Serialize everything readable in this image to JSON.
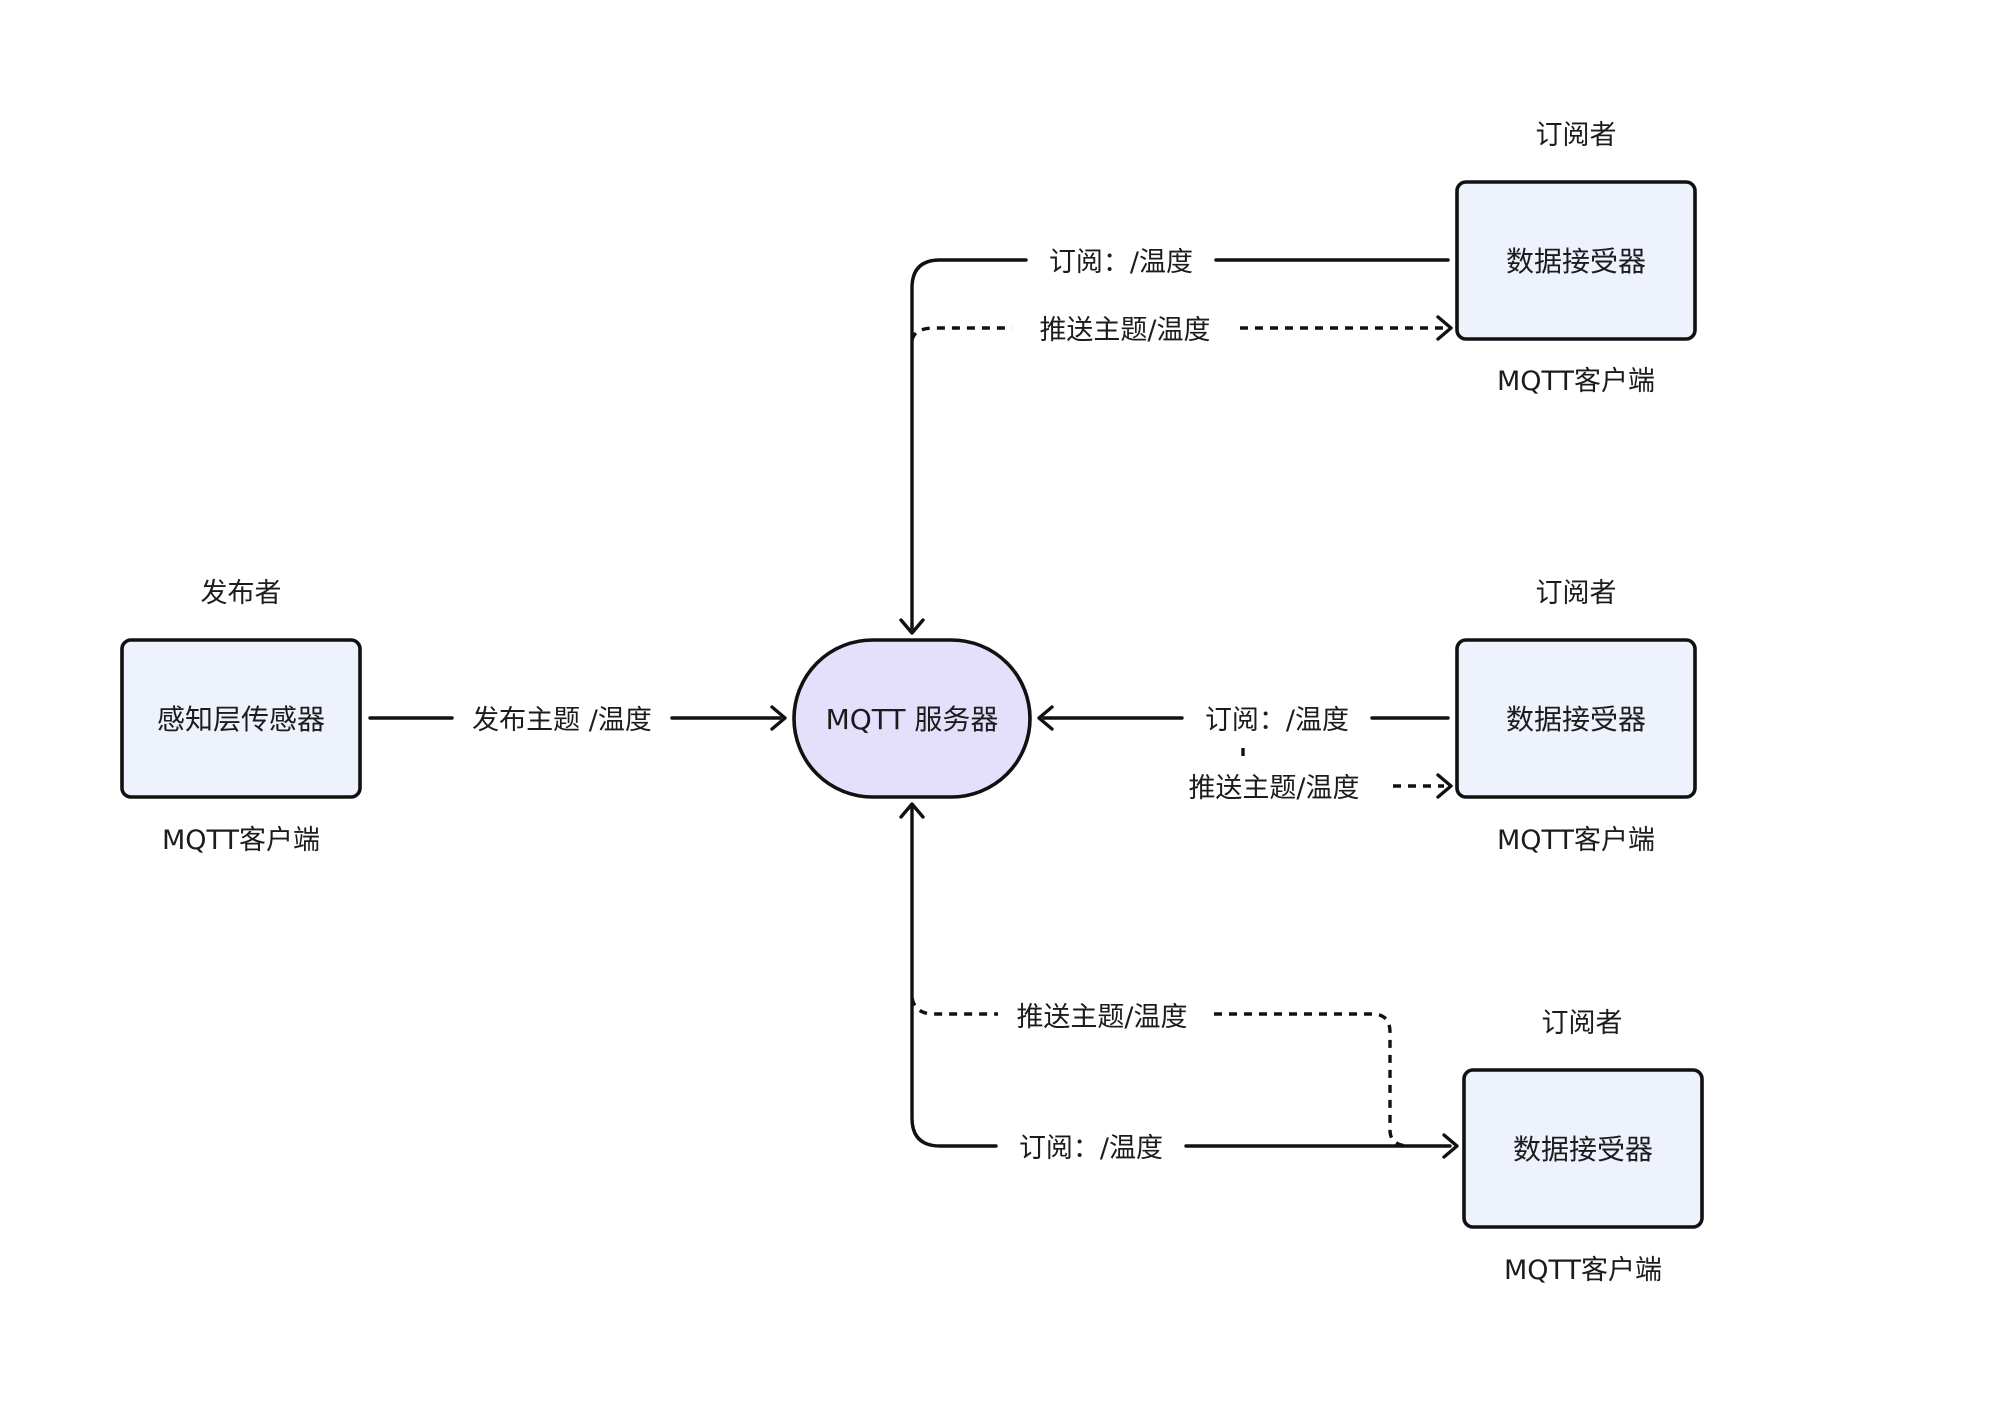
{
  "colors": {
    "client_fill": "#edf2fd",
    "server_fill": "#e4e0fb",
    "stroke": "#111111",
    "text": "#1c1c1c"
  },
  "server": {
    "label": "MQTT 服务器"
  },
  "publisher": {
    "role": "发布者",
    "name": "感知层传感器",
    "type": "MQTT客户端",
    "edge_label": "发布主题 /温度"
  },
  "subscribers": [
    {
      "role": "订阅者",
      "name": "数据接受器",
      "type": "MQTT客户端",
      "subscribe_label": "订阅：/温度",
      "push_label": "推送主题/温度"
    },
    {
      "role": "订阅者",
      "name": "数据接受器",
      "type": "MQTT客户端",
      "subscribe_label": "订阅：/温度",
      "push_label": "推送主题/温度"
    },
    {
      "role": "订阅者",
      "name": "数据接受器",
      "type": "MQTT客户端",
      "subscribe_label": "订阅：/温度",
      "push_label": "推送主题/温度"
    }
  ]
}
